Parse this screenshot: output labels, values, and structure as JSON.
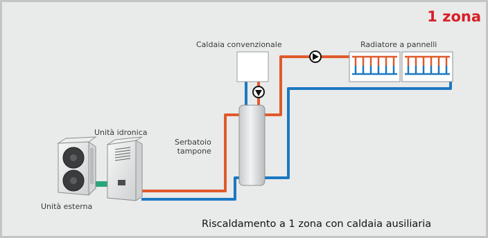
{
  "title": "1 zona",
  "caption": "Riscaldamento a 1 zona con caldaia ausiliaria",
  "labels": {
    "boiler": "Caldaia convenzionale",
    "radiator": "Radiatore a pannelli",
    "hydro_unit": "Unità idronica",
    "buffer_tank": "Serbatoio\ntampone",
    "outdoor_unit": "Unità esterna"
  },
  "colors": {
    "supply_pipe": "#e05a2b",
    "return_pipe": "#1b78c2",
    "connector": "#2aa57a",
    "title": "#d71f26",
    "frame": "#c2c4c5",
    "background": "#e9eaea"
  },
  "icons": [
    "pump-icon",
    "pump-icon"
  ]
}
